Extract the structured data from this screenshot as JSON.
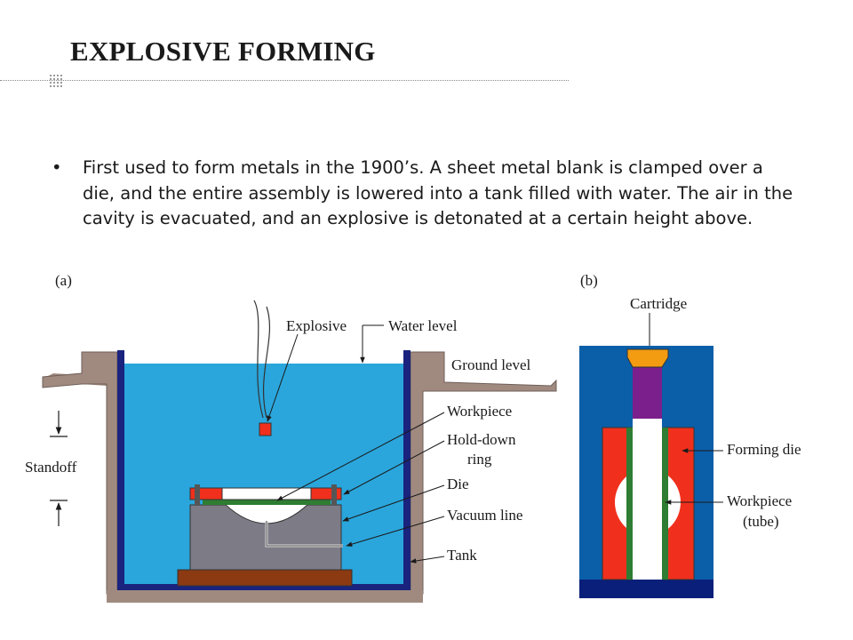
{
  "slide": {
    "title": "EXPLOSIVE FORMING",
    "bullet": "First used to form metals in the 1900’s.  A sheet metal blank is clamped over a die, and the entire assembly is lowered into a tank filled with water.  The air in the cavity is evacuated, and an explosive is detonated at a certain height above."
  },
  "figure_a": {
    "tag": "(a)",
    "labels": {
      "explosive": "Explosive",
      "water_level": "Water   level",
      "ground_level": "Ground   level",
      "workpiece": "Workpiece",
      "hold_down_1": "Hold-down",
      "hold_down_2": "ring",
      "die": "Die",
      "vacuum_line": "Vacuum   line",
      "tank": "Tank",
      "standoff": "Standoff"
    }
  },
  "figure_b": {
    "tag": "(b)",
    "labels": {
      "cartridge": "Cartridge",
      "forming_die": "Forming   die",
      "workpiece_1": "Workpiece",
      "workpiece_2": "(tube)"
    }
  },
  "colors": {
    "water": "#2aa6dc",
    "tank_wall": "#1a237e",
    "ground": "#a08a80",
    "die": "#7d7b86",
    "base": "#8b3a12",
    "red": "#f0301c",
    "green": "#2e7d32",
    "cartridge": "#f39c12",
    "purple": "#7b1f8c",
    "outer_b": "#0b5fa8",
    "base_b": "#0a1f7a"
  }
}
